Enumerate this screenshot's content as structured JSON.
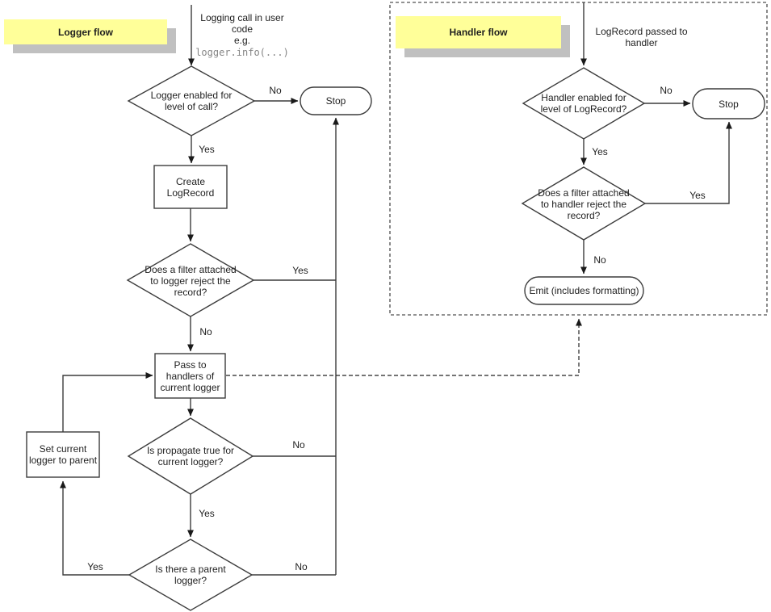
{
  "colors": {
    "note_bg": "#ffff99",
    "note_shadow": "#c0c0c0",
    "line_color": "#3c3c3c",
    "text_color": "#1f1f1f",
    "code_text": "#858585"
  },
  "logger": {
    "title": "Logger flow",
    "entry_note": "Logging call in user\ncode\ne.g.",
    "entry_code": "logger.info(...)",
    "nodes": {
      "enabled": "Logger enabled for\nlevel of call?",
      "stop": "Stop",
      "create": "Create\nLogRecord",
      "filter": "Does a filter attached\nto logger reject the\nrecord?",
      "pass": "Pass to\nhandlers of\ncurrent logger",
      "propagate": "Is propagate true for\ncurrent logger?",
      "setparent": "Set current\nlogger to parent",
      "parent": "Is there a parent\nlogger?"
    },
    "labels": {
      "enabled_no": "No",
      "enabled_yes": "Yes",
      "filter_yes": "Yes",
      "filter_no": "No",
      "propagate_no": "No",
      "propagate_yes": "Yes",
      "parent_yes": "Yes",
      "parent_no": "No"
    }
  },
  "handler": {
    "title": "Handler flow",
    "entry_note": "LogRecord passed to\nhandler",
    "nodes": {
      "enabled": "Handler enabled for\nlevel of LogRecord?",
      "stop": "Stop",
      "filter": "Does a filter attached\nto handler reject the\nrecord?",
      "emit": "Emit (includes formatting)"
    },
    "labels": {
      "enabled_no": "No",
      "enabled_yes": "Yes",
      "filter_yes": "Yes",
      "filter_no": "No"
    }
  }
}
